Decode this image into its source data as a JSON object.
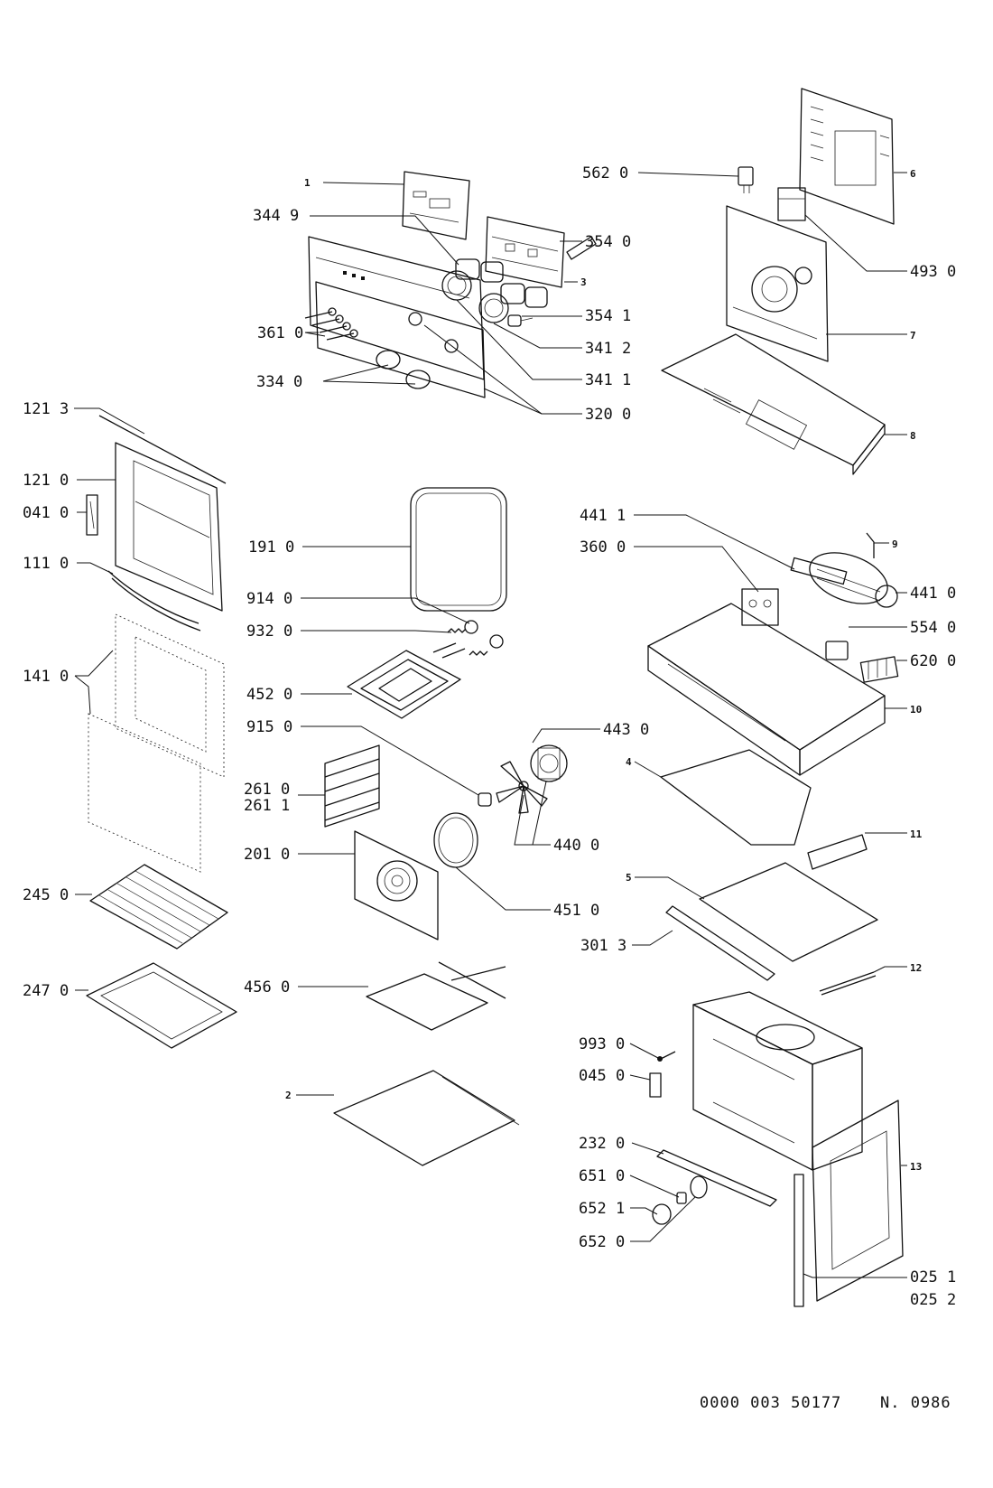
{
  "callouts": [
    {
      "id": "c_1",
      "text": "1"
    },
    {
      "id": "c_344_9",
      "text": "344 9"
    },
    {
      "id": "c_354_0",
      "text": "354 0"
    },
    {
      "id": "c_3",
      "text": "3"
    },
    {
      "id": "c_354_1",
      "text": "354 1"
    },
    {
      "id": "c_361_0",
      "text": "361 0"
    },
    {
      "id": "c_341_2",
      "text": "341 2"
    },
    {
      "id": "c_341_1",
      "text": "341 1"
    },
    {
      "id": "c_334_0",
      "text": "334 0"
    },
    {
      "id": "c_320_0",
      "text": "320 0"
    },
    {
      "id": "c_562_0",
      "text": "562 0"
    },
    {
      "id": "c_6",
      "text": "6"
    },
    {
      "id": "c_493_0",
      "text": "493 0"
    },
    {
      "id": "c_7",
      "text": "7"
    },
    {
      "id": "c_8",
      "text": "8"
    },
    {
      "id": "c_121_3",
      "text": "121 3"
    },
    {
      "id": "c_121_0",
      "text": "121 0"
    },
    {
      "id": "c_041_0",
      "text": "041 0"
    },
    {
      "id": "c_111_0",
      "text": "111 0"
    },
    {
      "id": "c_141_0",
      "text": "141 0"
    },
    {
      "id": "c_191_0",
      "text": "191 0"
    },
    {
      "id": "c_914_0",
      "text": "914 0"
    },
    {
      "id": "c_932_0",
      "text": "932 0"
    },
    {
      "id": "c_452_0",
      "text": "452 0"
    },
    {
      "id": "c_915_0",
      "text": "915 0"
    },
    {
      "id": "c_443_0",
      "text": "443 0"
    },
    {
      "id": "c_261_0",
      "text": "261 0"
    },
    {
      "id": "c_261_1",
      "text": "261 1"
    },
    {
      "id": "c_201_0",
      "text": "201 0"
    },
    {
      "id": "c_440_0",
      "text": "440 0"
    },
    {
      "id": "c_451_0",
      "text": "451 0"
    },
    {
      "id": "c_245_0",
      "text": "245 0"
    },
    {
      "id": "c_247_0",
      "text": "247 0"
    },
    {
      "id": "c_456_0",
      "text": "456 0"
    },
    {
      "id": "c_2",
      "text": "2"
    },
    {
      "id": "c_441_1",
      "text": "441 1"
    },
    {
      "id": "c_360_0",
      "text": "360 0"
    },
    {
      "id": "c_9",
      "text": "9"
    },
    {
      "id": "c_441_0",
      "text": "441 0"
    },
    {
      "id": "c_554_0",
      "text": "554 0"
    },
    {
      "id": "c_620_0",
      "text": "620 0"
    },
    {
      "id": "c_10",
      "text": "10"
    },
    {
      "id": "c_4",
      "text": "4"
    },
    {
      "id": "c_11",
      "text": "11"
    },
    {
      "id": "c_5",
      "text": "5"
    },
    {
      "id": "c_301_3",
      "text": "301 3"
    },
    {
      "id": "c_12",
      "text": "12"
    },
    {
      "id": "c_993_0",
      "text": "993 0"
    },
    {
      "id": "c_045_0",
      "text": "045 0"
    },
    {
      "id": "c_232_0",
      "text": "232 0"
    },
    {
      "id": "c_651_0",
      "text": "651 0"
    },
    {
      "id": "c_652_1",
      "text": "652 1"
    },
    {
      "id": "c_652_0",
      "text": "652 0"
    },
    {
      "id": "c_13",
      "text": "13"
    },
    {
      "id": "c_025_1",
      "text": "025 1"
    },
    {
      "id": "c_025_2",
      "text": "025 2"
    }
  ],
  "footer": {
    "doc_number": "0000 003 50177",
    "edition": "N. 0986"
  }
}
